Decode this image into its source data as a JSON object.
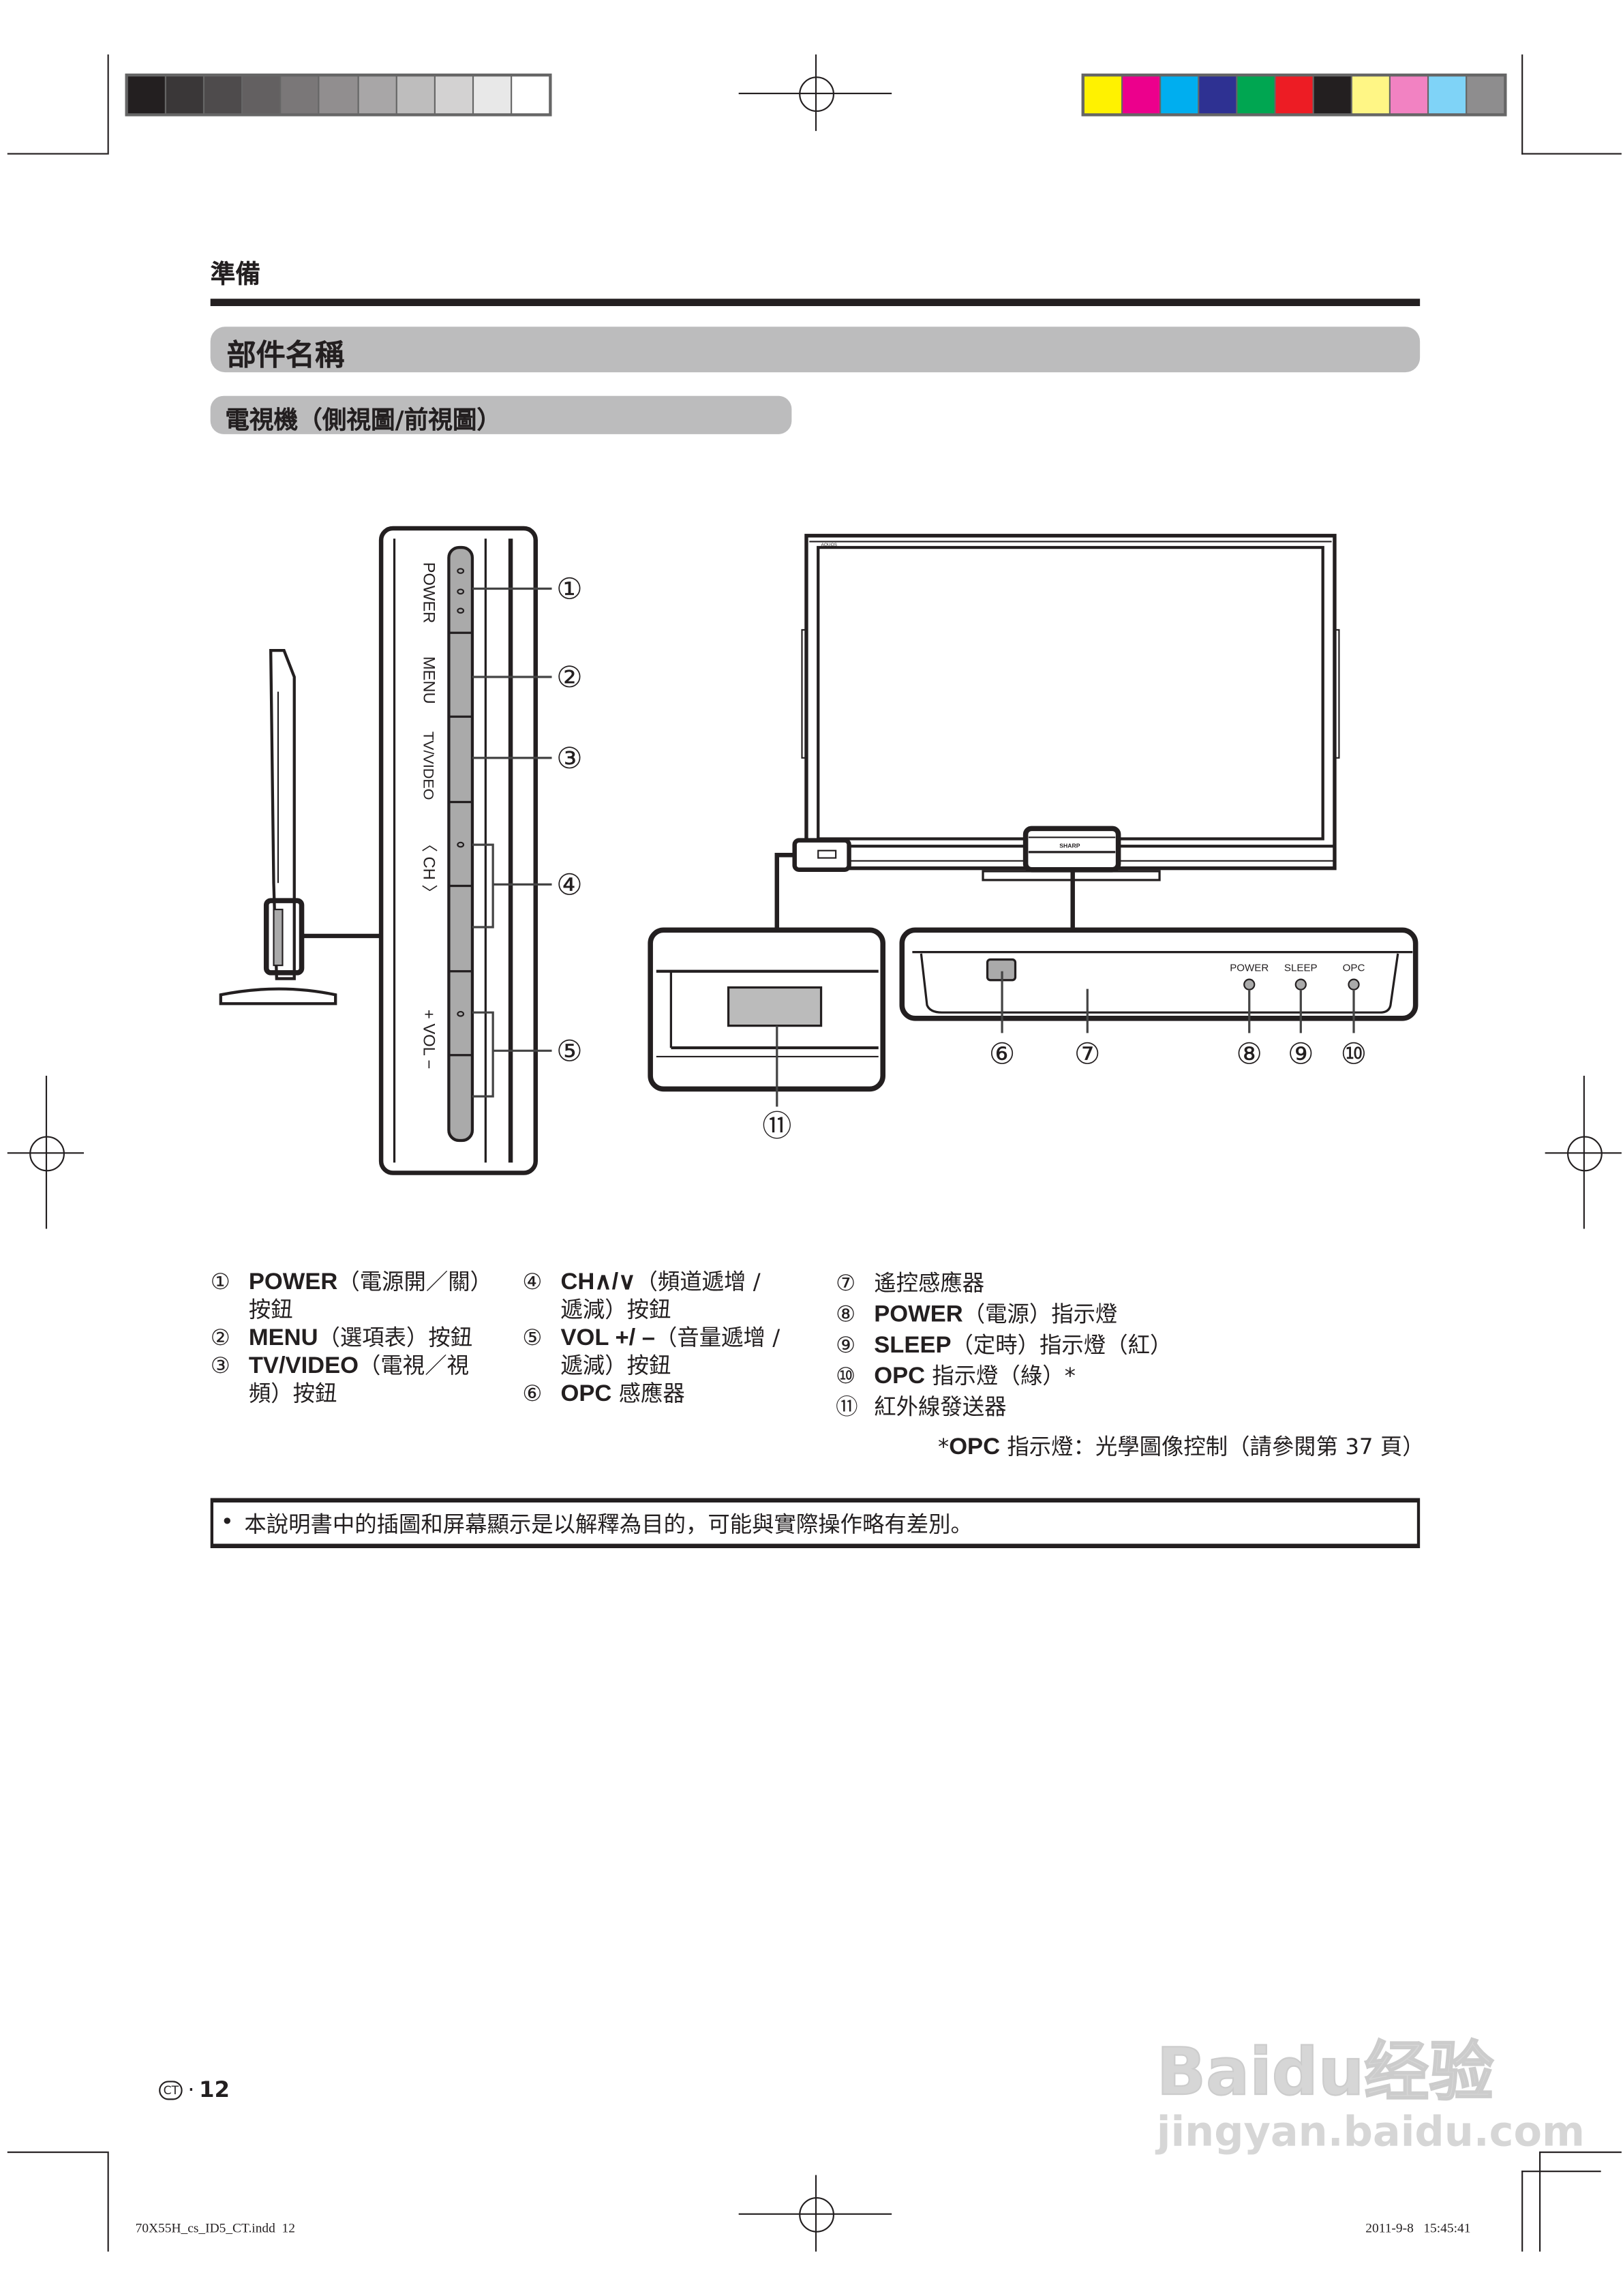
{
  "print_marks": {
    "grayscale_swatches": [
      "#231f20",
      "#3a3738",
      "#4e4b4c",
      "#636061",
      "#7a7778",
      "#918e8f",
      "#a8a6a7",
      "#bebdbd",
      "#d3d2d2",
      "#e8e8e8",
      "#ffffff"
    ],
    "color_swatches": [
      "#fff200",
      "#ec008c",
      "#00aeef",
      "#2e3192",
      "#00a651",
      "#ed1c24",
      "#231f20",
      "#fff685",
      "#f282c2",
      "#7fd3f7",
      "#8e8d8e"
    ]
  },
  "header": {
    "chapter": "準備"
  },
  "section": {
    "title": "部件名稱",
    "subtitle": "電視機（側視圖/前視圖）"
  },
  "diagram": {
    "side_panel_labels": {
      "power": "POWER",
      "menu": "MENU",
      "tv_video": "TV/VIDEO",
      "ch": "〈 CH 〉",
      "vol": "+ VOL −"
    },
    "tv_logo": "AQUOS",
    "brand": "SHARP",
    "indicator_labels": {
      "power": "POWER",
      "sleep": "SLEEP",
      "opc": "OPC"
    },
    "callouts": [
      "①",
      "②",
      "③",
      "④",
      "⑤",
      "⑥",
      "⑦",
      "⑧",
      "⑨",
      "⑩",
      "⑪"
    ]
  },
  "legend": {
    "col1": [
      {
        "num": "①",
        "bold": "POWER",
        "text": "（電源開／關）",
        "cont": "按鈕"
      },
      {
        "num": "②",
        "bold": "MENU",
        "text": "（選項表）按鈕",
        "cont": ""
      },
      {
        "num": "③",
        "bold": "TV/VIDEO",
        "text": "（電視／視",
        "cont": "頻）按鈕"
      }
    ],
    "col2": [
      {
        "num": "④",
        "bold": "CH∧/∨",
        "text": "（頻道遞增 /",
        "cont": "遞減）按鈕"
      },
      {
        "num": "⑤",
        "bold": "VOL +/ –",
        "text": "（音量遞增 /",
        "cont": "遞減）按鈕"
      },
      {
        "num": "⑥",
        "bold": "OPC",
        "text": " 感應器",
        "cont": ""
      }
    ],
    "col3": [
      {
        "num": "⑦",
        "bold": "",
        "text": "遙控感應器"
      },
      {
        "num": "⑧",
        "bold": "POWER",
        "text": "（電源）指示燈"
      },
      {
        "num": "⑨",
        "bold": "SLEEP",
        "text": "（定時）指示燈（紅）"
      },
      {
        "num": "⑩",
        "bold": "OPC",
        "text": " 指示燈（綠）*"
      },
      {
        "num": "⑪",
        "bold": "",
        "text": "紅外線發送器"
      }
    ],
    "footnote_prefix": "*",
    "footnote_bold": "OPC",
    "footnote_text": " 指示燈：光學圖像控制（請參閱第 37 頁）"
  },
  "note": {
    "bullet": "•",
    "text": "本說明書中的插圖和屏幕顯示是以解釋為目的，可能與實際操作略有差別。"
  },
  "footer": {
    "lang_badge": "CT",
    "page_sep": "·",
    "page_number": "12",
    "file_name": "70X55H_cs_ID5_CT.indd  12",
    "timestamp": "2011-9-8   15:45:41"
  },
  "watermark": {
    "brand": "Baidu经验",
    "url": "jingyan.baidu.com"
  }
}
